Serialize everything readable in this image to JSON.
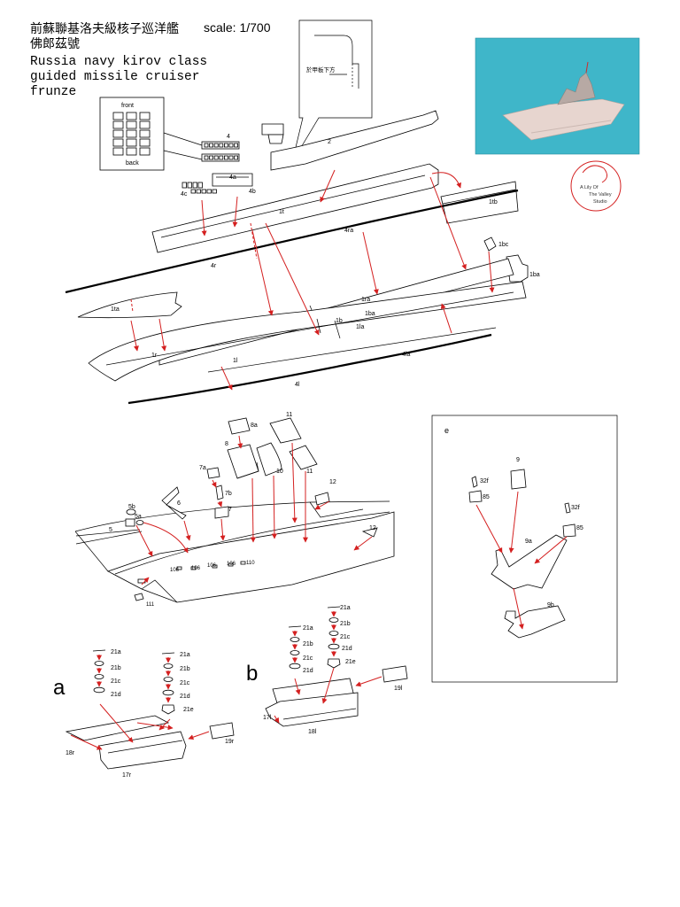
{
  "title": {
    "cjk_line1": "前蘇聯基洛夫級核子巡洋艦",
    "cjk_line2": "佛郎茲號",
    "en_line1": "Russia navy kirov class",
    "en_line2": "guided missile cruiser",
    "en_line3": "frunze",
    "scale": "scale: 1/700"
  },
  "callout_note": "於甲板下方",
  "logo": {
    "line1": "A Lily Of",
    "line2": "The Valley",
    "line3": "Studio"
  },
  "inset_grid": {
    "front": "front",
    "back": "back"
  },
  "hull_labels": [
    "4",
    "4a",
    "4b",
    "4c",
    "2",
    "1t",
    "1tb",
    "4ra",
    "4r",
    "1bc",
    "1ba",
    "1ra",
    "1ta",
    "1b",
    "1ba",
    "1la",
    "1r",
    "1l",
    "4la",
    "4l"
  ],
  "deck_labels": [
    "8a",
    "11",
    "8",
    "10",
    "11",
    "7a",
    "7b",
    "7",
    "6",
    "12",
    "5b",
    "5a",
    "5",
    "12",
    "106",
    "106",
    "106",
    "106",
    "110",
    "111"
  ],
  "section_letters": {
    "a": "a",
    "b": "b",
    "e": "e"
  },
  "group_a_labels": [
    "21a",
    "21a",
    "21b",
    "21b",
    "21c",
    "21c",
    "21d",
    "21d",
    "21e",
    "19r",
    "18r",
    "17r"
  ],
  "group_b_labels": [
    "21a",
    "21a",
    "21b",
    "21b",
    "21c",
    "21c",
    "21d",
    "21d",
    "21e",
    "19l",
    "17l",
    "18l"
  ],
  "group_e_labels": [
    "9",
    "32f",
    "85",
    "32f",
    "85",
    "9a",
    "9b"
  ],
  "colors": {
    "arrow": "#d42020",
    "photo_sea": "#3fb6c9",
    "logo_ring": "#d42020"
  }
}
